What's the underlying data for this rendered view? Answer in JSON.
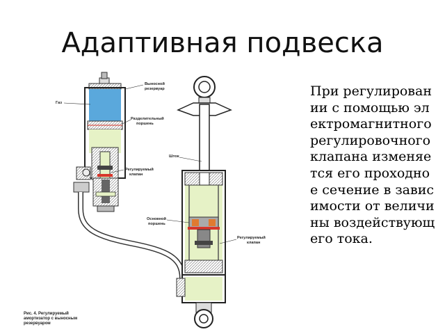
{
  "slide": {
    "title": "Адаптивная подвеска",
    "body": "При регулировании с помощью электромагнитного регулировочного клапана изменяется его проходное сечение в зависимости от величины воздействующего тока."
  },
  "figure": {
    "labels": {
      "remote_reservoir": [
        "Выносной",
        "резервуар"
      ],
      "gas": "Газ",
      "separating_piston": [
        "Разделительный",
        "поршень"
      ],
      "rod": "Шток",
      "control_valve_left": [
        "Регулируемый",
        "клапан"
      ],
      "main_piston": [
        "Основной",
        "поршень"
      ],
      "control_valve_right": [
        "Регулируемый",
        "клапан"
      ]
    },
    "caption": [
      "Рис. 4. Регулируемый",
      "амортизатор с выносным",
      "резервуаром"
    ]
  },
  "colors": {
    "gas": "#5aa8dc",
    "oil": "#e6f2c6",
    "metal": "#888888",
    "piston": "#e07a30",
    "accent_red": "#d8362a"
  }
}
